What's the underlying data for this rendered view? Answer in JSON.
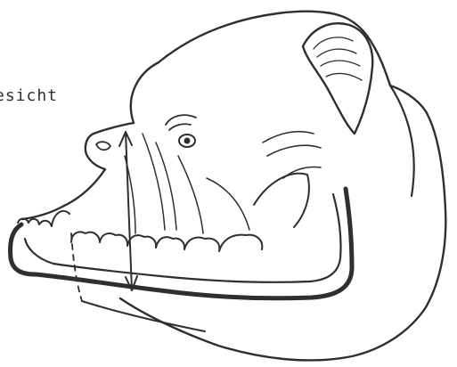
{
  "annotation": {
    "label": "esicht"
  },
  "colors": {
    "ink": "#2f2f2f",
    "paper": "#ffffff"
  },
  "illustration": {
    "subject": "dog-head-profile-sketch",
    "measurement_marker": "double-headed-arrow"
  }
}
